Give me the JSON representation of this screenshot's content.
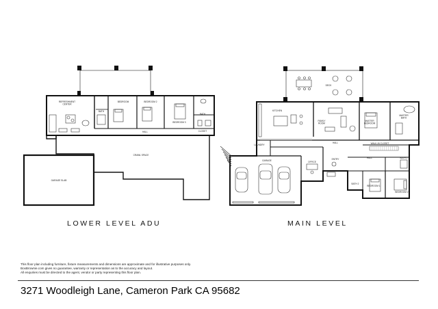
{
  "lower_level": {
    "title": "LOWER LEVEL ADU",
    "rooms": {
      "refreshment_center": "REFRESHMENT\nCENTER",
      "bedroom1": "BEDROOM",
      "bedroom2": "BEDROOM 2",
      "bedroom3": "BEDROOM 3",
      "bath1": "BATH",
      "bath2": "BATH",
      "closet": "CLOSET",
      "hall": "HALL",
      "crawl_space": "CRAWL SPACE",
      "garage_slab": "GARAGE SLAB"
    }
  },
  "main_level": {
    "title": "MAIN LEVEL",
    "rooms": {
      "deck": "DECK",
      "kitchen": "KITCHEN",
      "family_room": "FAMILY\nROOM",
      "master_bedroom": "MASTER\nBEDROOM",
      "master_bath": "MASTER\nBATH",
      "walk_in_closet": "WALK-IN CLOSET",
      "laundry": "LAUNDRY",
      "garage": "GARAGE",
      "office": "OFFICE",
      "entry": "ENTRY",
      "hall": "HALL",
      "hall2": "HALL",
      "bath2": "BATH 2",
      "bath1": "BATH 1",
      "bedroom1": "BEDROOM 1",
      "bedroom2": "BEDROOM 2"
    }
  },
  "disclaimer": [
    "This floor plan including furniture, fixture measurements and dimensions are approximate and for illustrative purposes only.",
    "BoxBrownie.com gives no guarantee, warranty or representation as to the accuracy and layout.",
    "All enquiries must be directed to the agent, vendor or party representing this floor plan."
  ],
  "address": "3271 Woodleigh Lane, Cameron Park CA 95682"
}
